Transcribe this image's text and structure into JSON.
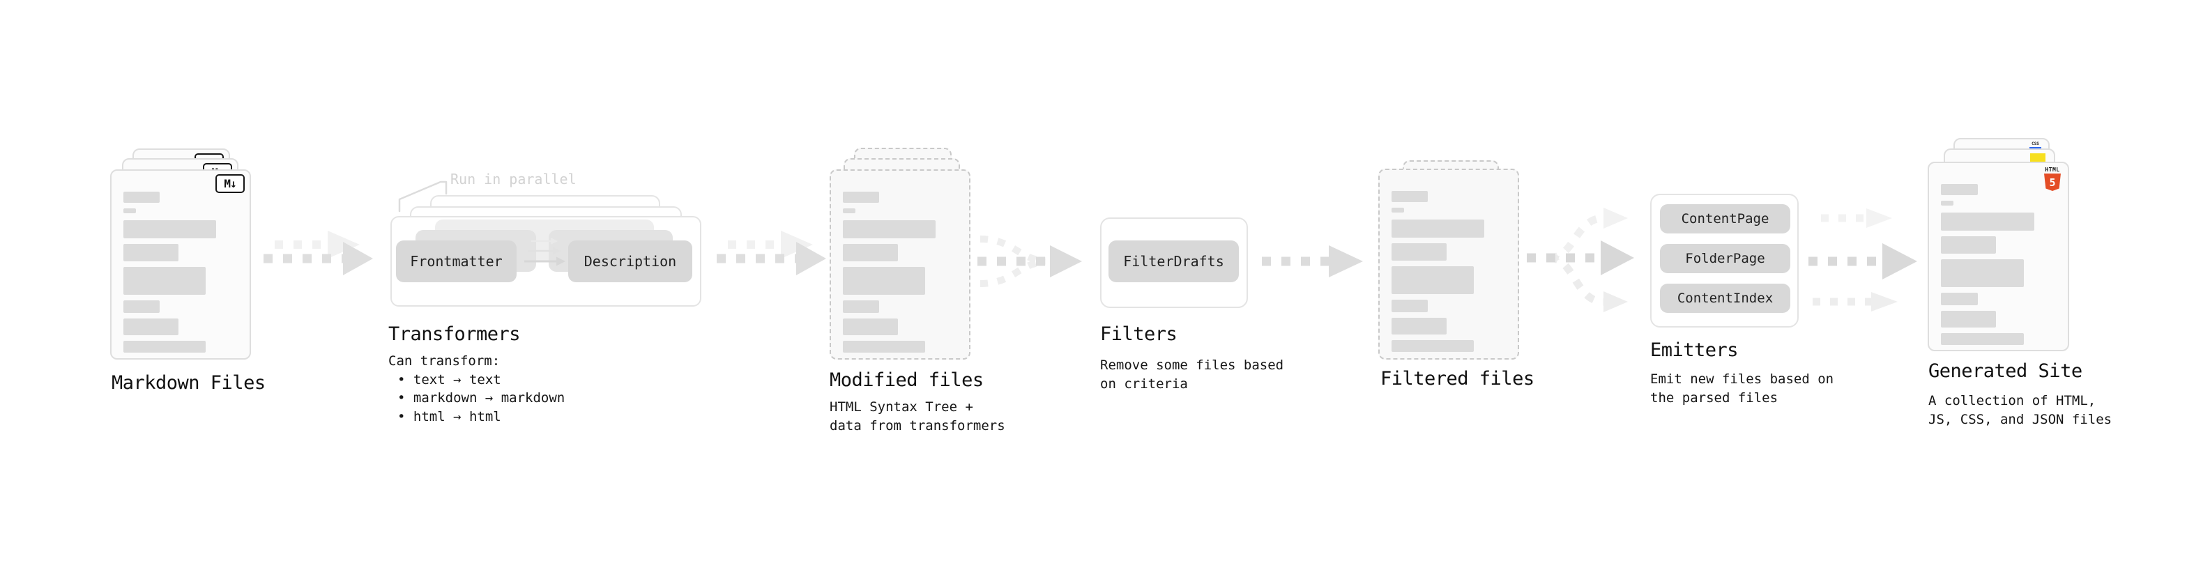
{
  "pipeline": {
    "markdown_files": {
      "title": "Markdown Files",
      "badge": "M↓"
    },
    "transformers": {
      "callout": "Run in parallel",
      "pill_left": "Frontmatter",
      "pill_right": "Description",
      "title": "Transformers",
      "heading": "Can transform:",
      "bullets": [
        "• text → text",
        "• markdown → markdown",
        "• html → html"
      ]
    },
    "modified_files": {
      "title": "Modified files",
      "subtitle_lines": [
        "HTML Syntax Tree +",
        "data from transformers"
      ]
    },
    "filters": {
      "title": "Filters",
      "pill": "FilterDrafts",
      "subtitle_lines": [
        "Remove some files based",
        "on criteria"
      ]
    },
    "filtered_files": {
      "title": "Filtered files"
    },
    "emitters": {
      "title": "Emitters",
      "pills": [
        "ContentPage",
        "FolderPage",
        "ContentIndex"
      ],
      "subtitle_lines": [
        "Emit new files based on",
        "the parsed files"
      ]
    },
    "generated_site": {
      "title": "Generated Site",
      "subtitle_lines": [
        "A collection of HTML,",
        "JS, CSS, and JSON files"
      ],
      "badge_html_label": "HTML",
      "badge_html_number": "5",
      "badge_css_label": "CSS"
    },
    "colors": {
      "html5_orange": "#E44D26",
      "js_yellow": "#F7DF1E",
      "css_blue": "#2965F1",
      "pill_gray": "#D8D8D8",
      "doc_line_gray": "#DBDBDB",
      "arrow_gray": "#DCDCDC",
      "text": "#161616",
      "muted_label": "#D2D2D2"
    }
  }
}
